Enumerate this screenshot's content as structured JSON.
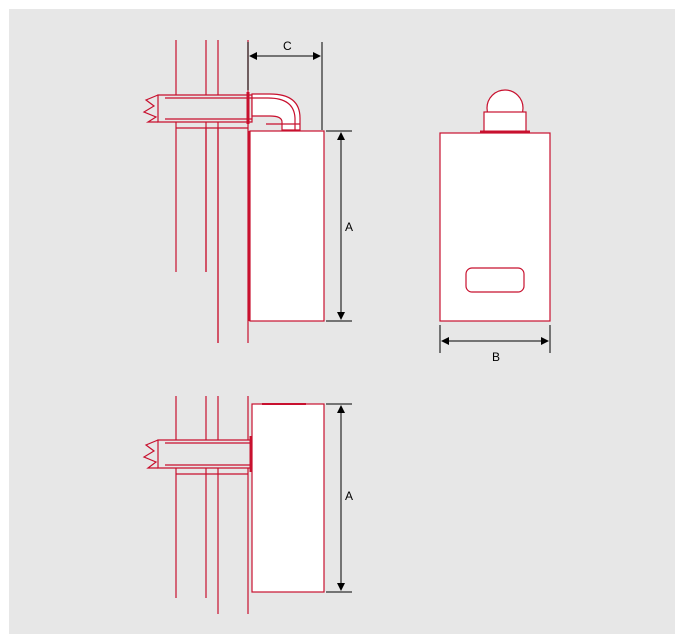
{
  "diagram": {
    "background": "#e7e7e7",
    "line_color": "#c8102e",
    "dimension_color": "#000000",
    "labels": {
      "dim_c": "C",
      "dim_a_top": "A",
      "dim_b": "B",
      "dim_a_bottom": "A"
    }
  }
}
